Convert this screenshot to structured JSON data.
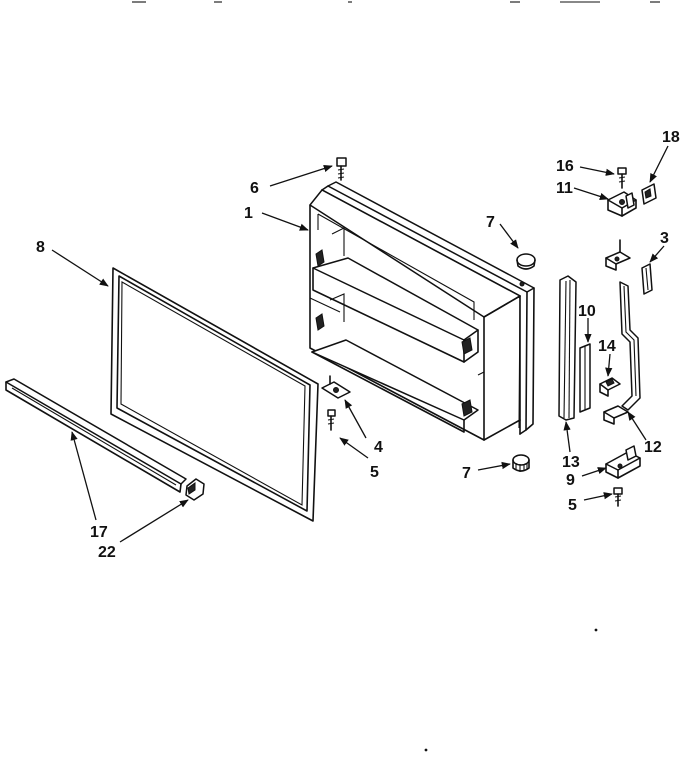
{
  "diagram": {
    "labels": {
      "p1": "1",
      "p3": "3",
      "p4": "4",
      "p5a": "5",
      "p5b": "5",
      "p6": "6",
      "p7a": "7",
      "p7b": "7",
      "p8": "8",
      "p9": "9",
      "p10": "10",
      "p11": "11",
      "p12": "12",
      "p13": "13",
      "p14": "14",
      "p16": "16",
      "p17": "17",
      "p18": "18",
      "p22": "22"
    }
  }
}
